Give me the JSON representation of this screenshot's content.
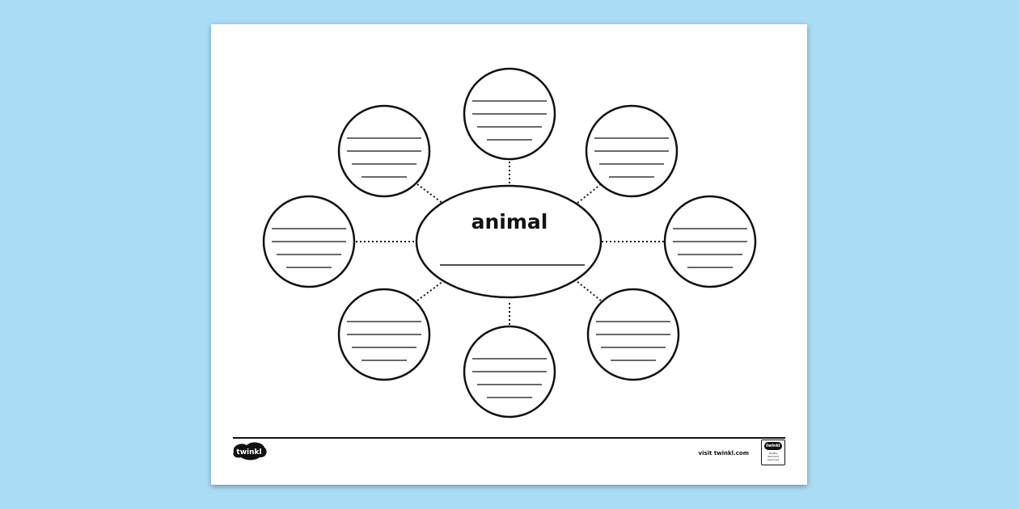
{
  "worksheet": {
    "center_word": "animal",
    "bubble_count": 8,
    "lines_per_bubble": 4
  },
  "footer": {
    "logo_text": "twinkl",
    "visit_text": "visit twinkl.com",
    "badge_top": "twinkl",
    "badge_caption": "Quality Standard Approved"
  },
  "colors": {
    "background": "#a9dcf5",
    "sheet": "#ffffff",
    "ink": "#111111"
  }
}
